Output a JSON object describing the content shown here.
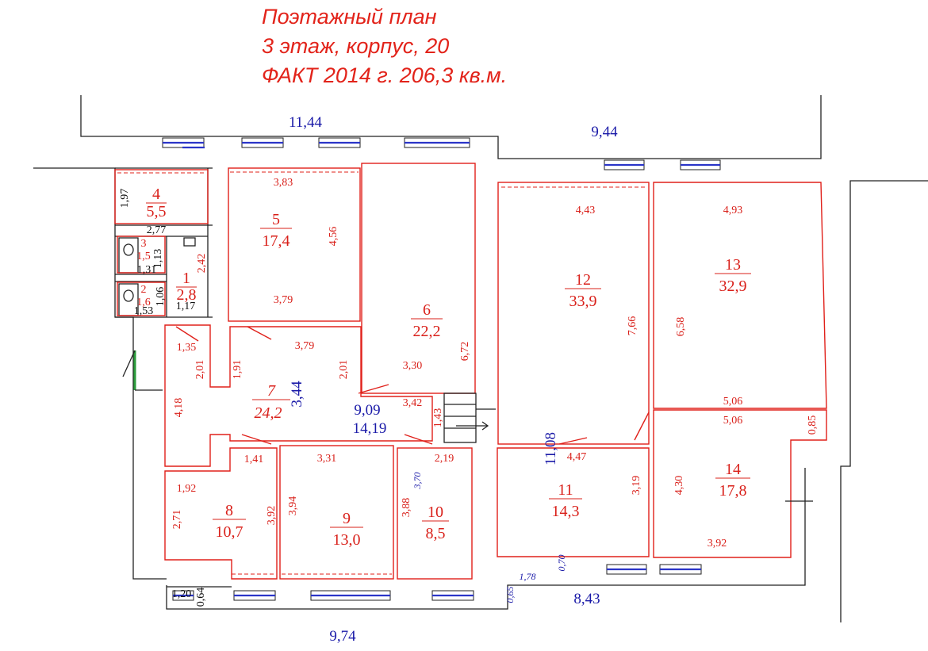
{
  "title": {
    "line1": "Поэтажный план",
    "line2": "3 этаж, корпус, 20",
    "line3": "ФАКТ 2014 г. 206,3 кв.м."
  },
  "rooms": [
    {
      "number": "4",
      "area": "5,5"
    },
    {
      "number": "3",
      "area": "1,5"
    },
    {
      "number": "2",
      "area": "1,6"
    },
    {
      "number": "1",
      "area": "2,8"
    },
    {
      "number": "5",
      "area": "17,4"
    },
    {
      "number": "6",
      "area": "22,2"
    },
    {
      "number": "7",
      "area": "24,2"
    },
    {
      "number": "8",
      "area": "10,7"
    },
    {
      "number": "9",
      "area": "13,0"
    },
    {
      "number": "10",
      "area": "8,5"
    },
    {
      "number": "11",
      "area": "14,3"
    },
    {
      "number": "12",
      "area": "33,9"
    },
    {
      "number": "13",
      "area": "32,9"
    },
    {
      "number": "14",
      "area": "17,8"
    }
  ],
  "dims_outer": {
    "top_left": "11,44",
    "top_right": "9,44",
    "bottom_left": "9,74",
    "bottom_right": "8,43",
    "corridor_w": "9,09",
    "corridor_l": "14,19",
    "corridor_v": "11,08",
    "room7_v": "3,44",
    "small_178": "1,78",
    "small_070": "0,70",
    "small_065": "0,65",
    "small_370": "3,70"
  },
  "dims_red": {
    "r5_top": "3,83",
    "r5_right": "4,56",
    "r5_bottom": "3,79",
    "r1_v": "2,42",
    "r7_top": "3,79",
    "r7_135": "1,35",
    "r7_201a": "2,01",
    "r7_191": "1,91",
    "r7_201b": "2,01",
    "r7_418": "4,18",
    "r6_330": "3,30",
    "r6_672": "6,72",
    "r6_342": "3,42",
    "r6_143": "1,43",
    "r12_top": "4,43",
    "r12_v": "7,66",
    "r13_top": "4,93",
    "r13_v": "6,58",
    "r13_bottom": "5,06",
    "r14_top": "5,06",
    "r14_085": "0,85",
    "r14_left": "4,30",
    "r14_bottom": "3,92",
    "r11_top": "4,47",
    "r11_right": "3,19",
    "r8_141": "1,41",
    "r8_192": "1,92",
    "r8_271": "2,71",
    "r8_392": "3,92",
    "r9_top": "3,31",
    "r9_left": "3,94",
    "r10_top": "2,19",
    "r10_left": "3,88"
  },
  "dims_black": {
    "r4_v": "1,97",
    "r4_bottom": "2,77",
    "r3_bottom": "1,31",
    "r3_v": "1,13",
    "r2_bottom": "1,53",
    "r2_v": "1,06",
    "r1_bottom": "1,17",
    "w_120": "1,20",
    "w_064": "0,64"
  },
  "colors": {
    "title": "#e2231a",
    "room_lines": "#e0201a",
    "dim_blue": "#1a1aa8",
    "windows": "#2b35c8",
    "walls": "#222222"
  }
}
